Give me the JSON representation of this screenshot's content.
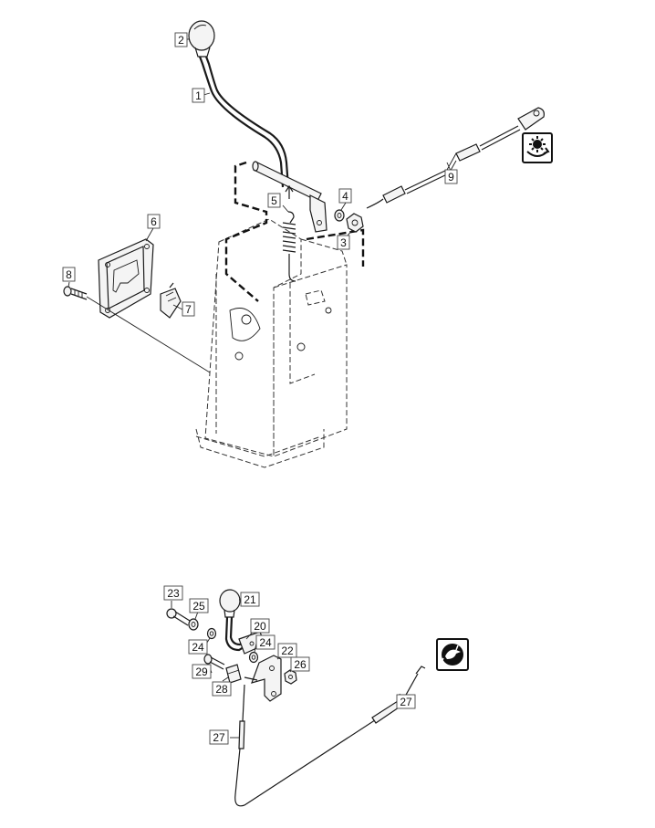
{
  "callouts": [
    {
      "id": "c1",
      "label": "1"
    },
    {
      "id": "c2",
      "label": "2"
    },
    {
      "id": "c3",
      "label": "3"
    },
    {
      "id": "c4",
      "label": "4"
    },
    {
      "id": "c5",
      "label": "5"
    },
    {
      "id": "c6",
      "label": "6"
    },
    {
      "id": "c7",
      "label": "7"
    },
    {
      "id": "c8",
      "label": "8"
    },
    {
      "id": "c9",
      "label": "9"
    },
    {
      "id": "c20",
      "label": "20"
    },
    {
      "id": "c21",
      "label": "21"
    },
    {
      "id": "c22",
      "label": "22"
    },
    {
      "id": "c23",
      "label": "23"
    },
    {
      "id": "c24a",
      "label": "24"
    },
    {
      "id": "c24b",
      "label": "24"
    },
    {
      "id": "c25",
      "label": "25"
    },
    {
      "id": "c26",
      "label": "26"
    },
    {
      "id": "c27a",
      "label": "27"
    },
    {
      "id": "c27b",
      "label": "27"
    },
    {
      "id": "c28",
      "label": "28"
    },
    {
      "id": "c29",
      "label": "29"
    }
  ],
  "icons": {
    "top_badge": "gear-rotation-icon",
    "bottom_badge": "turtle-hare-icon"
  },
  "colors": {
    "line": "#1a1a1a",
    "background": "#ffffff"
  }
}
